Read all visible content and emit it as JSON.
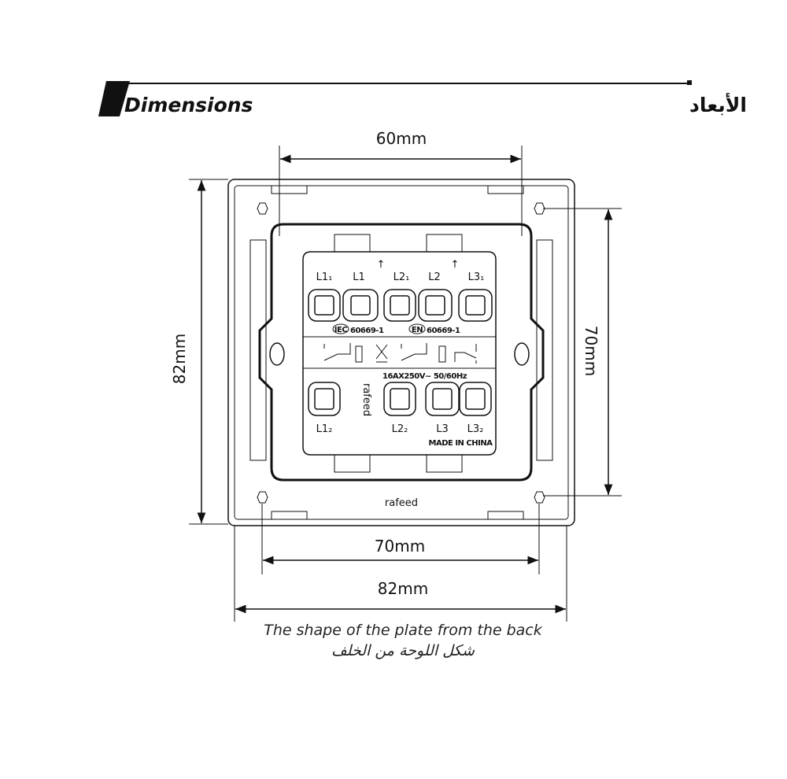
{
  "header": {
    "title": "Dimensions",
    "title_arabic": "الأبعاد"
  },
  "dimensions": {
    "top_width": "60mm",
    "left_height": "82mm",
    "right_height": "70mm",
    "bottom_inner_width": "70mm",
    "bottom_outer_width": "82mm"
  },
  "caption": {
    "english": "The shape of the plate from the back",
    "arabic": "شكل اللوحة من الخلف"
  },
  "device": {
    "top_terminals": [
      "L1₁",
      "L1",
      "L2₁",
      "L2",
      "L3₁"
    ],
    "bottom_terminals": [
      "L1₂",
      "L2₂",
      "L3",
      "L3₂"
    ],
    "cert_1_badge": "IEC",
    "cert_1": "60669-1",
    "cert_2_badge": "EN",
    "cert_2": "60669-1",
    "rating": "16AX250V~  50/60Hz",
    "origin": "MADE IN CHINA",
    "brand_module": "rafeed",
    "brand_plate": "rafeed"
  }
}
